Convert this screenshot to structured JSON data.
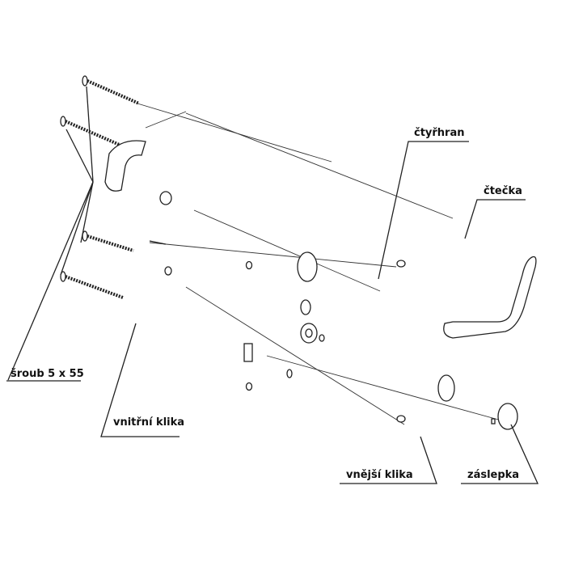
{
  "labels": {
    "square_spindle": "čtyřhran",
    "reader": "čtečka",
    "screw": "šroub 5 x 55",
    "inner_handle": "vnitřní klika",
    "outer_handle": "vnější klika",
    "cover_cap": "záslepka"
  },
  "colors": {
    "line": "#222222",
    "reader_panel": "#111111"
  }
}
